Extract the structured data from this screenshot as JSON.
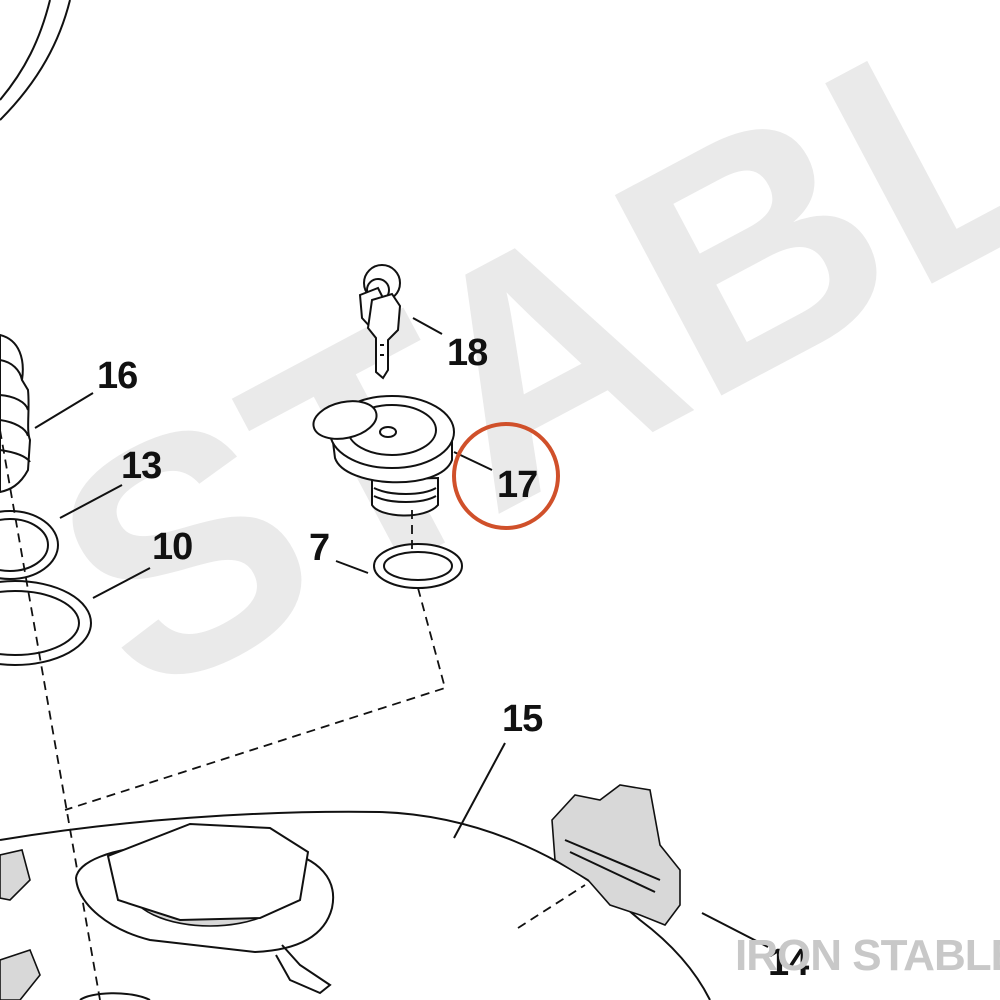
{
  "watermark": {
    "diagonal_text": "STABLE",
    "corner_text": "IRON STABLE",
    "color": "#e9e9e9",
    "corner_color": "#c8c8c8"
  },
  "callouts": [
    {
      "id": "c18",
      "label": "18"
    },
    {
      "id": "c16",
      "label": "16"
    },
    {
      "id": "c13",
      "label": "13"
    },
    {
      "id": "c17",
      "label": "17",
      "highlighted": true
    },
    {
      "id": "c10",
      "label": "10"
    },
    {
      "id": "c7",
      "label": "7"
    },
    {
      "id": "c15",
      "label": "15"
    },
    {
      "id": "c14",
      "label": "14"
    }
  ],
  "highlight_color": "#d0502a"
}
